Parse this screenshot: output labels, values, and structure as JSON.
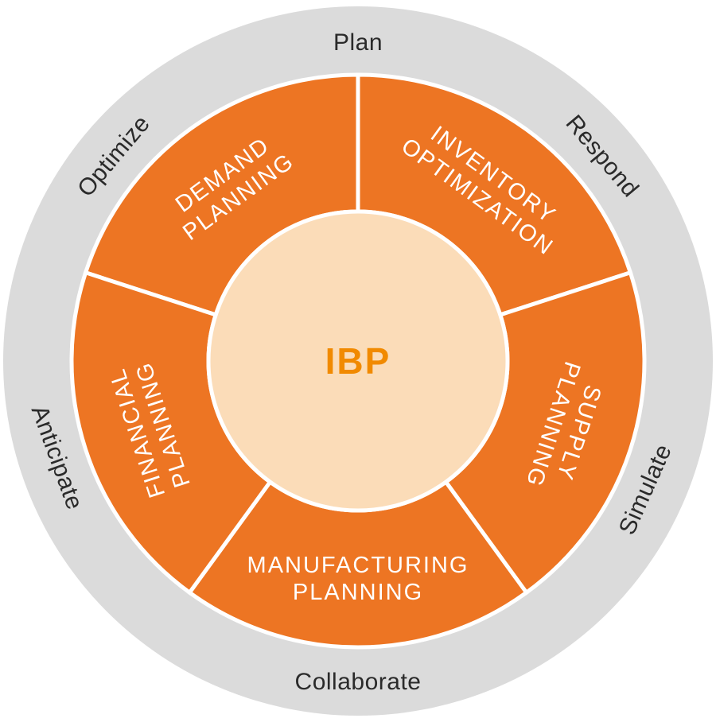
{
  "diagram": {
    "type": "circular-wheel",
    "center_label": "IBP",
    "outer_ring_labels": [
      "Plan",
      "Respond",
      "Simulate",
      "Collaborate",
      "Anticipate",
      "Optimize"
    ],
    "segments": [
      {
        "name": "Demand Planning",
        "line1": "DEMAND",
        "line2": "PLANNING"
      },
      {
        "name": "Inventory Optimization",
        "line1": "INVENTORY",
        "line2": "OPTIMIZATION"
      },
      {
        "name": "Supply Planning",
        "line1": "SUPPLY",
        "line2": "PLANNING"
      },
      {
        "name": "Manufacturing Planning",
        "line1": "MANUFACTURING",
        "line2": "PLANNING"
      },
      {
        "name": "Financial Planning",
        "line1": "FINANCIAL",
        "line2": "PLANNING"
      }
    ],
    "colors": {
      "segment_fill": "#ED7523",
      "segment_text": "#FFFFFF",
      "center_fill": "#FBDCB8",
      "center_text": "#F18A00",
      "outer_ring_fill": "#DBDBDB",
      "outer_text": "#2A2A2A",
      "divider": "#FFFFFF"
    }
  }
}
